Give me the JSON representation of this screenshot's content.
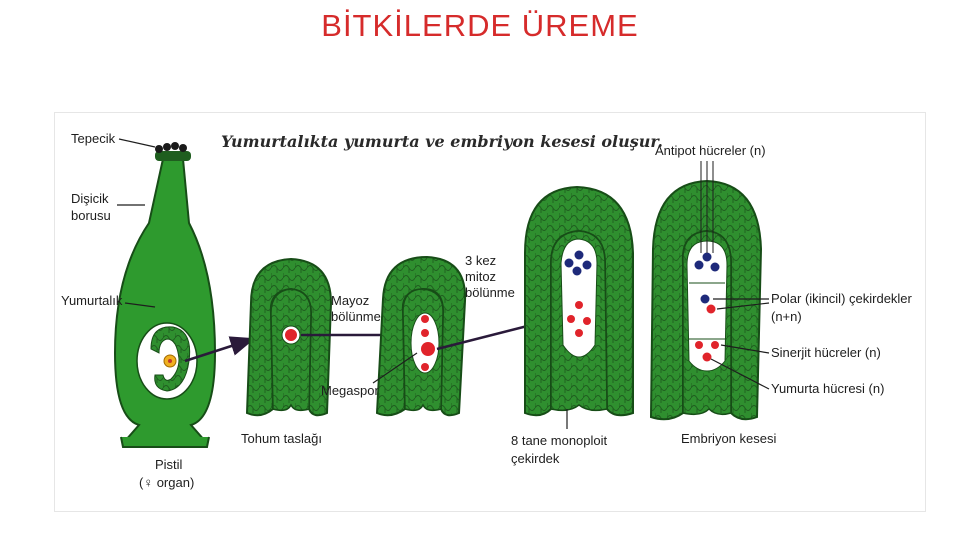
{
  "title": "BİTKİLERDE ÜREME",
  "figure": {
    "heading": "Yumurtalıkta yumurta ve embriyon kesesi oluşur.",
    "labels": {
      "tepecik": "Tepecik",
      "disicik_line1": "Dişicik",
      "disicik_line2": "borusu",
      "yumurtalik": "Yumurtalık",
      "pistil_line1": "Pistil",
      "pistil_line2": "(♀ organ)",
      "tohum": "Tohum taslağı",
      "mayoz_line1": "Mayoz",
      "mayoz_line2": "bölünme",
      "megaspor": "Megaspor",
      "mitoz_line1": "3 kez",
      "mitoz_line2": "mitoz",
      "mitoz_line3": "bölünme",
      "monoploit_line1": "8 tane monoploit",
      "monoploit_line2": "çekirdek",
      "antipot": "Antipot hücreler (n)",
      "polar_line1": "Polar (ikincil) çekirdekler",
      "polar_line2": "(n+n)",
      "sinerjit": "Sinerjit hücreler (n)",
      "yumurta": "Yumurta hücresi (n)",
      "embriyon": "Embriyon kesesi"
    },
    "colors": {
      "tissue": "#2f8f2f",
      "tissue_dark": "#1f5e1f",
      "pistil": "#2e9a2e",
      "red_nucleus": "#e0242b",
      "blue_nucleus": "#1e2a7a",
      "title": "#d62b2b"
    }
  }
}
